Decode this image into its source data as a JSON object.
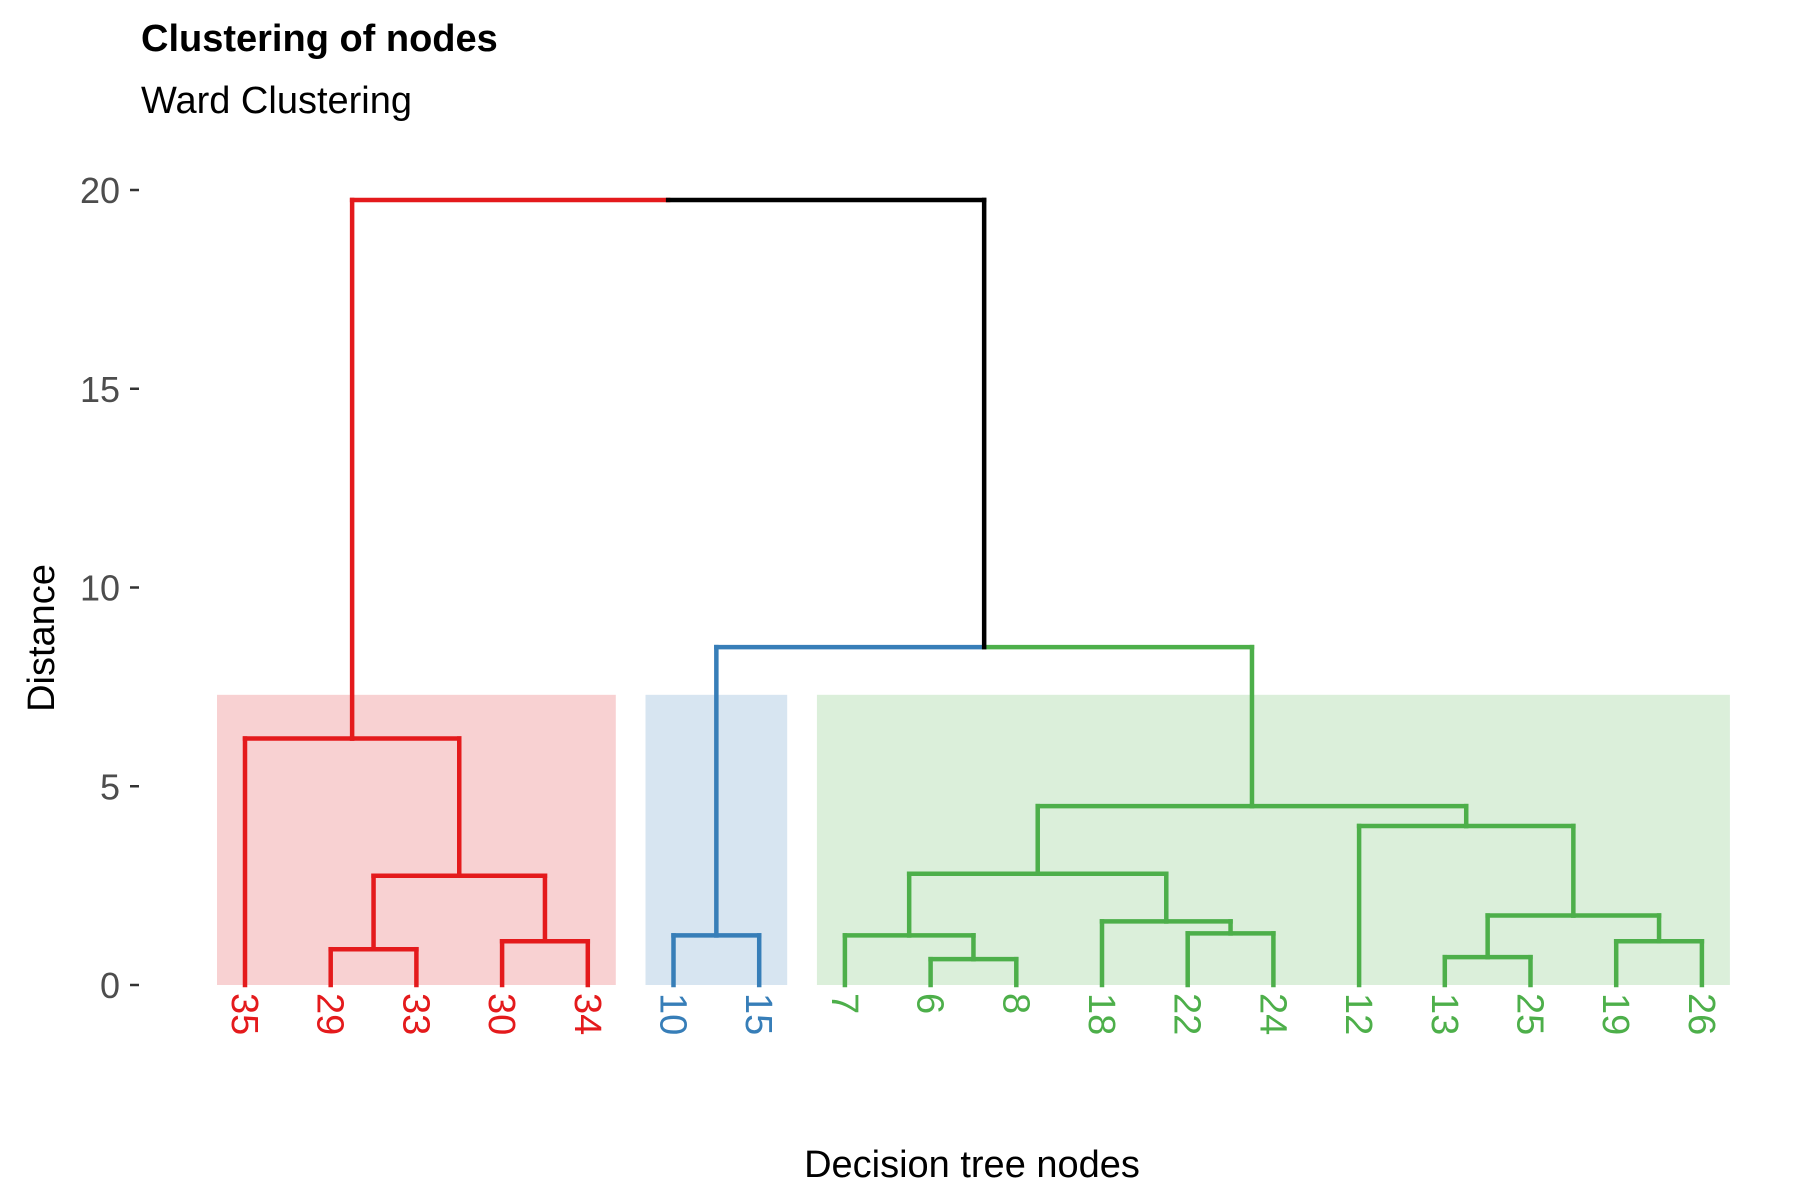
{
  "chart_data": {
    "type": "dendrogram",
    "title": "Clustering of nodes",
    "subtitle": "Ward Clustering",
    "xlabel": "Decision tree nodes",
    "ylabel": "Distance",
    "ylim": [
      0,
      20
    ],
    "yticks": [
      0,
      5,
      10,
      15,
      20
    ],
    "grid": false,
    "leaves": [
      {
        "label": "35",
        "cluster": 0
      },
      {
        "label": "29",
        "cluster": 0
      },
      {
        "label": "33",
        "cluster": 0
      },
      {
        "label": "30",
        "cluster": 0
      },
      {
        "label": "34",
        "cluster": 0
      },
      {
        "label": "10",
        "cluster": 1
      },
      {
        "label": "15",
        "cluster": 1
      },
      {
        "label": "7",
        "cluster": 2
      },
      {
        "label": "6",
        "cluster": 2
      },
      {
        "label": "8",
        "cluster": 2
      },
      {
        "label": "18",
        "cluster": 2
      },
      {
        "label": "22",
        "cluster": 2
      },
      {
        "label": "24",
        "cluster": 2
      },
      {
        "label": "12",
        "cluster": 2
      },
      {
        "label": "13",
        "cluster": 2
      },
      {
        "label": "25",
        "cluster": 2
      },
      {
        "label": "19",
        "cluster": 2
      },
      {
        "label": "26",
        "cluster": 2
      }
    ],
    "clusters": [
      {
        "color": "#E41A1C",
        "fill": "#F8D1D2",
        "cut_height": 7.3
      },
      {
        "color": "#377EB8",
        "fill": "#D7E5F1",
        "cut_height": 7.3
      },
      {
        "color": "#4DAF4A",
        "fill": "#DBEFDA",
        "cut_height": 7.3
      }
    ],
    "root_color": "#000000",
    "merges": [
      {
        "id": "m1",
        "left": "L1",
        "right": "L2",
        "height": 0.9
      },
      {
        "id": "m2",
        "left": "L3",
        "right": "L4",
        "height": 1.1
      },
      {
        "id": "m3",
        "left": "m1",
        "right": "m2",
        "height": 2.75
      },
      {
        "id": "m4",
        "left": "L0",
        "right": "m3",
        "height": 6.2
      },
      {
        "id": "m5",
        "left": "L5",
        "right": "L6",
        "height": 1.25
      },
      {
        "id": "m6",
        "left": "L8",
        "right": "L9",
        "height": 0.65
      },
      {
        "id": "m7",
        "left": "L7",
        "right": "m6",
        "height": 1.25
      },
      {
        "id": "m8",
        "left": "L11",
        "right": "L12",
        "height": 1.3
      },
      {
        "id": "m9",
        "left": "L10",
        "right": "m8",
        "height": 1.6
      },
      {
        "id": "m10",
        "left": "m7",
        "right": "m9",
        "height": 2.8
      },
      {
        "id": "m11",
        "left": "L14",
        "right": "L15",
        "height": 0.7
      },
      {
        "id": "m12",
        "left": "L16",
        "right": "L17",
        "height": 1.1
      },
      {
        "id": "m13",
        "left": "m11",
        "right": "m12",
        "height": 1.75
      },
      {
        "id": "m14",
        "left": "L13",
        "right": "m13",
        "height": 4.0
      },
      {
        "id": "m15",
        "left": "m10",
        "right": "m14",
        "height": 4.5
      },
      {
        "id": "m16",
        "left": "m5",
        "right": "m15",
        "height": 8.5
      },
      {
        "id": "m17",
        "left": "m4",
        "right": "m16",
        "height": 19.75
      }
    ]
  }
}
